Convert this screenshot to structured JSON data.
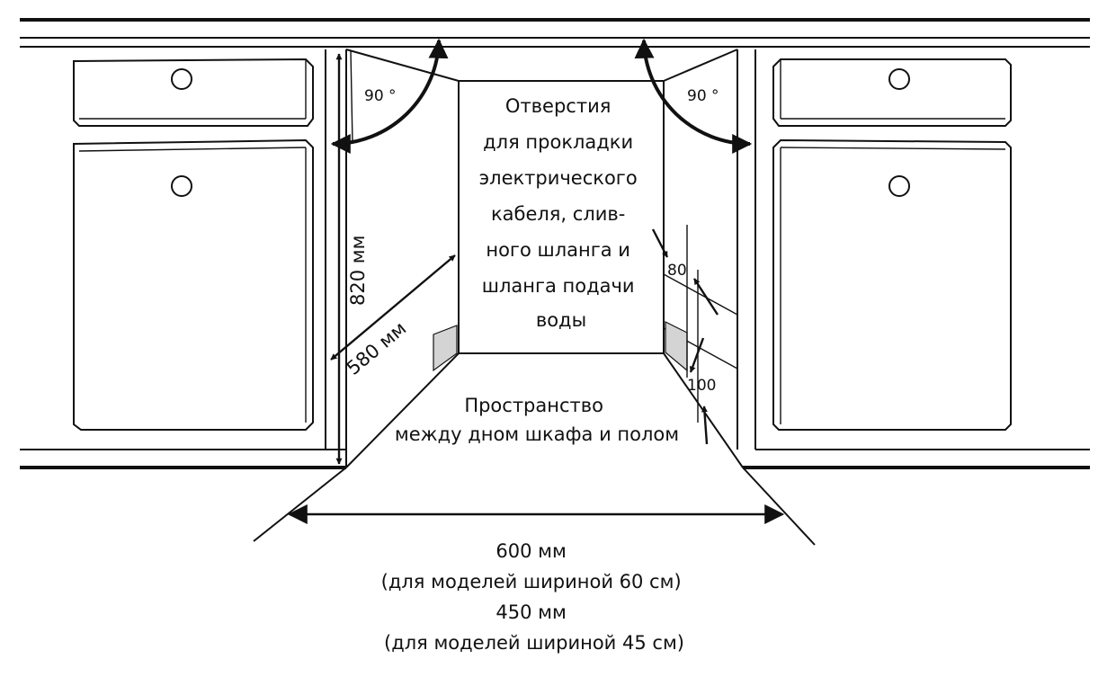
{
  "colors": {
    "line": "#111111",
    "shade": "#d4d4d4",
    "background": "#ffffff"
  },
  "labels": {
    "angle_left": "90 °",
    "angle_right": "90 °",
    "height": "820 мм",
    "depth": "580 мм",
    "openings": [
      "Отверстия",
      "для прокладки",
      "электрического",
      "кабеля, слив-",
      "ного шланга и",
      "шланга подачи",
      "воды"
    ],
    "dim_80": "80",
    "dim_100": "100",
    "space": [
      "Пространство",
      "между дном шкафа и полом"
    ],
    "width": [
      "600 мм",
      "(для моделей шириной 60 см)",
      "450 мм",
      "(для моделей шириной 45 см)"
    ]
  }
}
